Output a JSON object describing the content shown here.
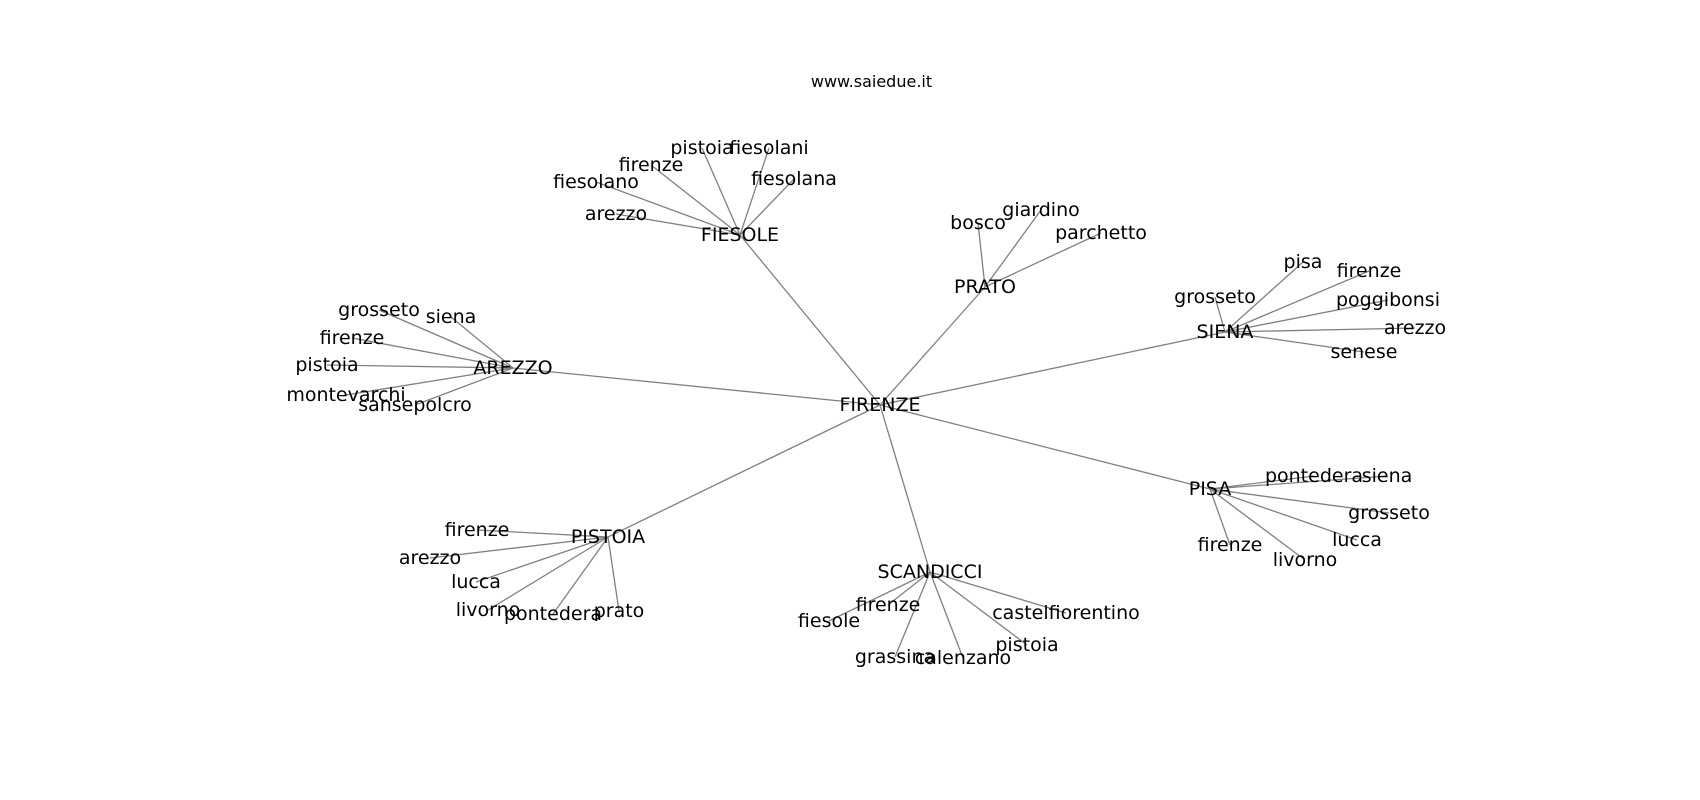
{
  "title": "www.saiedue.it",
  "style": {
    "edge_color": "#808080",
    "label_color": "#000000",
    "background": "#ffffff"
  },
  "graph": {
    "root": "FIRENZE",
    "hubs": [
      {
        "name": "FIESOLE",
        "children": [
          "arezzo",
          "fiesolano",
          "firenze",
          "pistoia",
          "fiesolani",
          "fiesolana"
        ]
      },
      {
        "name": "PRATO",
        "children": [
          "bosco",
          "giardino",
          "parchetto"
        ]
      },
      {
        "name": "SIENA",
        "children": [
          "grosseto",
          "pisa",
          "firenze",
          "poggibonsi",
          "arezzo",
          "senese"
        ]
      },
      {
        "name": "AREZZO",
        "children": [
          "grosseto",
          "siena",
          "firenze",
          "pistoia",
          "montevarchi",
          "sansepolcro"
        ]
      },
      {
        "name": "PISA",
        "children": [
          "pontedera",
          "siena",
          "grosseto",
          "lucca",
          "livorno",
          "firenze"
        ]
      },
      {
        "name": "PISTOIA",
        "children": [
          "firenze",
          "arezzo",
          "lucca",
          "livorno",
          "pontedera",
          "prato"
        ]
      },
      {
        "name": "SCANDICCI",
        "children": [
          "firenze",
          "fiesole",
          "grassina",
          "calenzano",
          "pistoia",
          "castelfiorentino"
        ]
      }
    ]
  }
}
